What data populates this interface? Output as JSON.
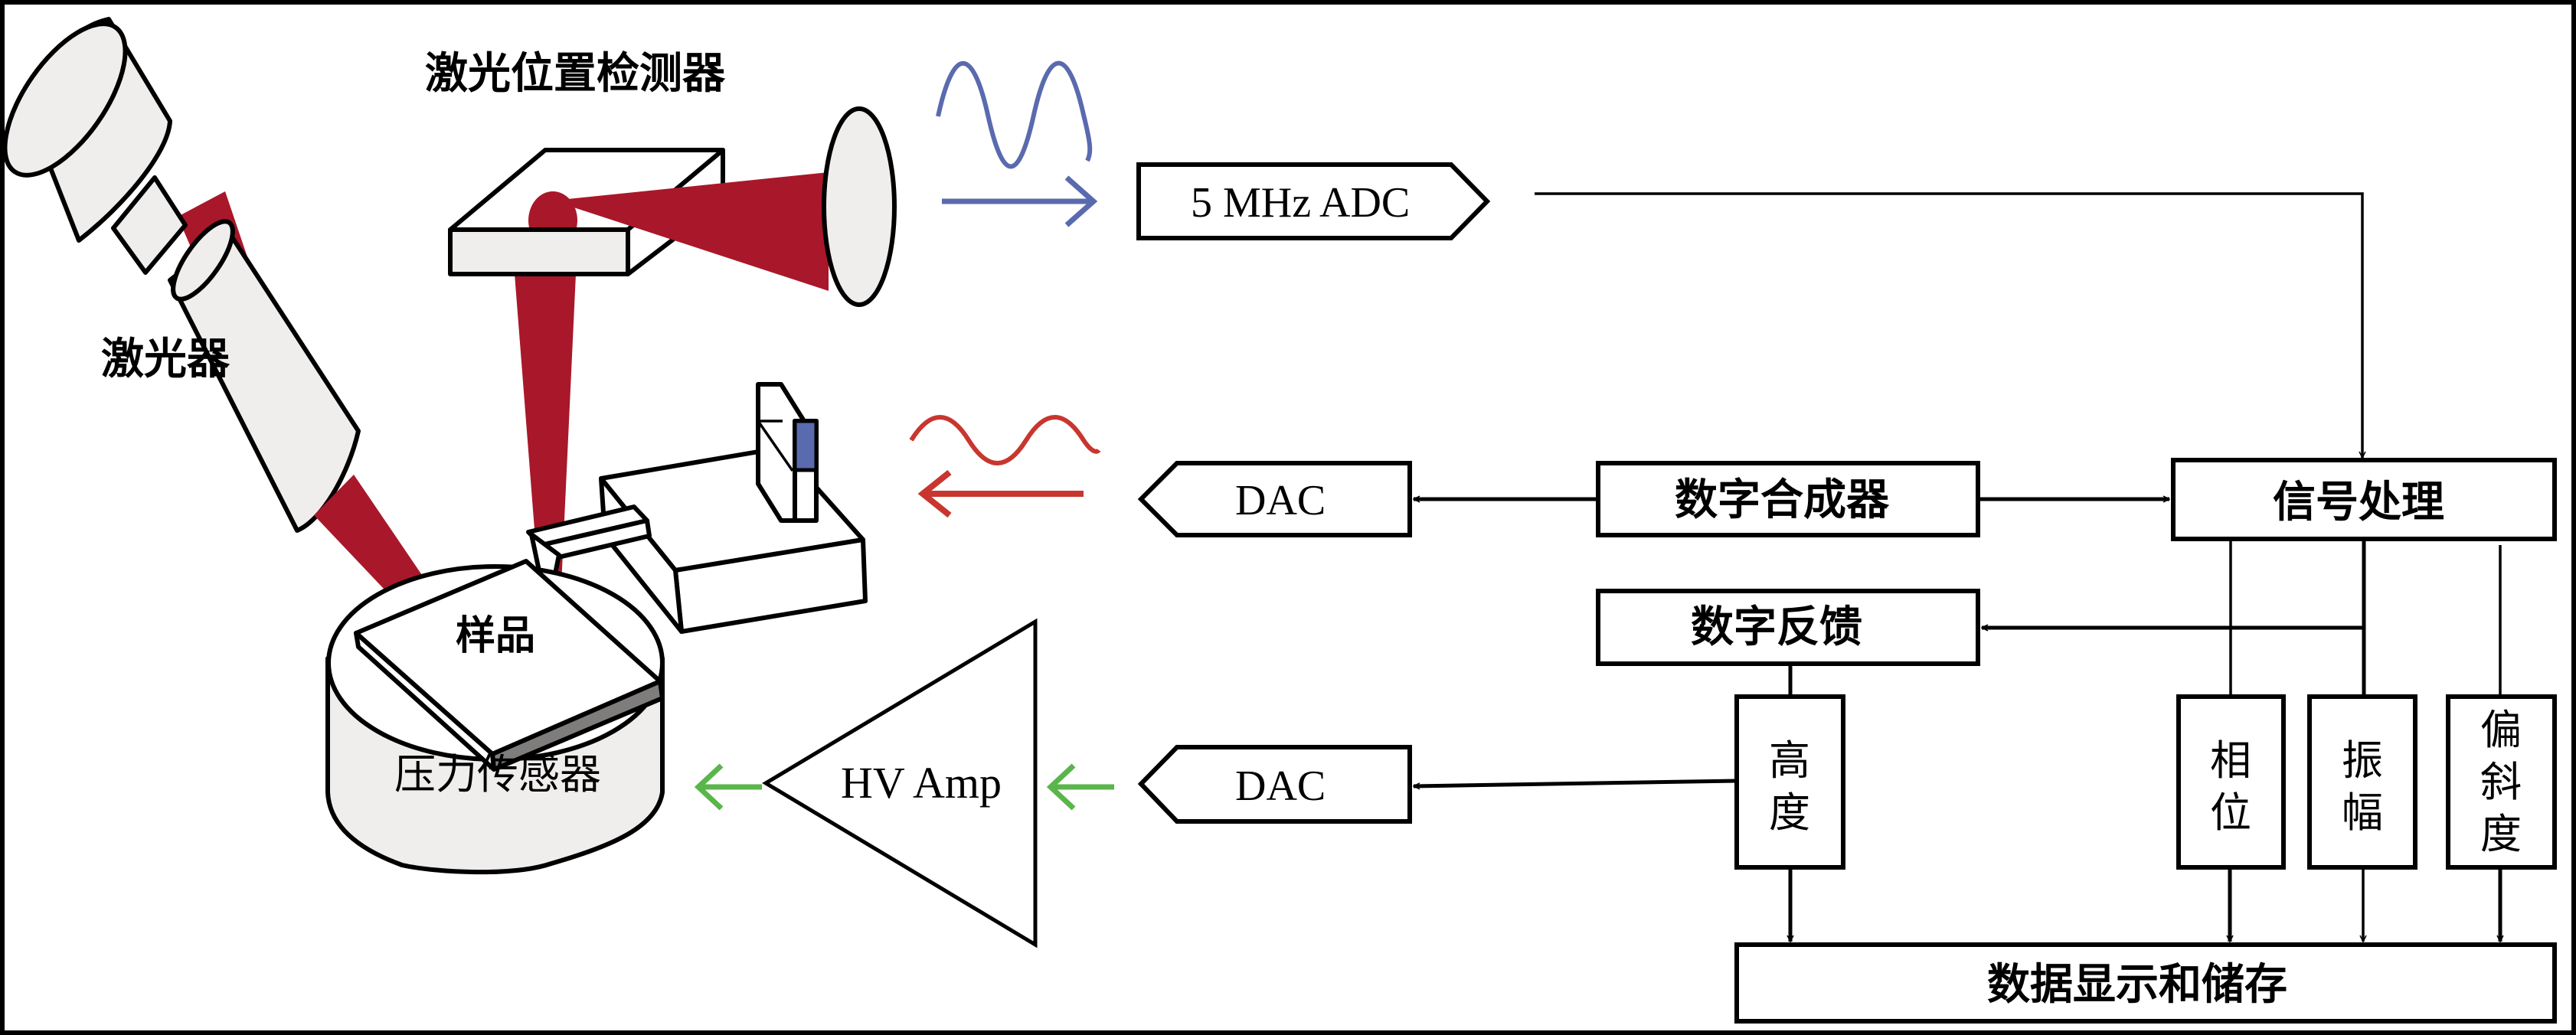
{
  "colors": {
    "laser_beam": "#a8182a",
    "device_fill": "#f0eded",
    "piezo_blue": "#5a6aae",
    "sample_edge": "#7f7c7c",
    "signal_in_wave": "#5a6aae",
    "signal_out_wave": "#c8362f",
    "hv_arrow": "#5ab54a",
    "stroke": "#000000"
  },
  "labels": {
    "laser": "激光器",
    "position_detector": "激光位置检测器",
    "sample": "样品",
    "pressure_sensor": "压力传感器",
    "hv_amp": "HV Amp"
  },
  "blocks": {
    "adc": "5 MHz ADC",
    "dac_drive": "DAC",
    "dac_feedback": "DAC",
    "digital_synthesizer": "数字合成器",
    "signal_processing": "信号处理",
    "digital_feedback": "数字反馈",
    "height": [
      "高",
      "度"
    ],
    "phase": [
      "相",
      "位"
    ],
    "amplitude": [
      "振",
      "幅"
    ],
    "skewness": [
      "偏",
      "斜",
      "度"
    ],
    "data_display_storage": "数据显示和储存"
  },
  "icons": {
    "laser": "laser-icon",
    "detector": "photodetector-icon",
    "cantilever": "cantilever-icon",
    "piezo": "piezo-actuator-icon",
    "sine_in": "sine-wave-icon",
    "sine_out": "sine-wave-icon"
  }
}
